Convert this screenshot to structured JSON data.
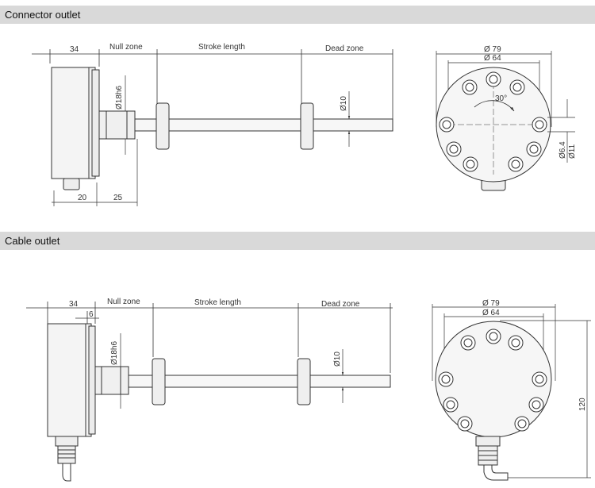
{
  "sections": {
    "connector": {
      "title": "Connector outlet",
      "side_view": {
        "dim_34": "34",
        "null_zone": "Null zone",
        "stroke_length": "Stroke length",
        "dead_zone": "Dead zone",
        "dia_18h6": "Ø18h6",
        "dia_10": "Ø10",
        "dim_20": "20",
        "dim_25": "25"
      },
      "front_view": {
        "dia_79": "Ø 79",
        "dia_64": "Ø 64",
        "angle_30": "30°",
        "dia_6_4": "Ø6.4",
        "dia_11": "Ø11"
      }
    },
    "cable": {
      "title": "Cable outlet",
      "side_view": {
        "dim_34": "34",
        "dim_6": "6",
        "null_zone": "Null zone",
        "stroke_length": "Stroke length",
        "dead_zone": "Dead zone",
        "dia_18h6": "Ø18h6",
        "dia_10": "Ø10"
      },
      "front_view": {
        "dia_79": "Ø 79",
        "dia_64": "Ø 64",
        "dim_120": "120"
      }
    }
  },
  "colors": {
    "header_bg": "#d9d9d9",
    "line": "#333333",
    "body_fill": "#f2f2f2"
  }
}
